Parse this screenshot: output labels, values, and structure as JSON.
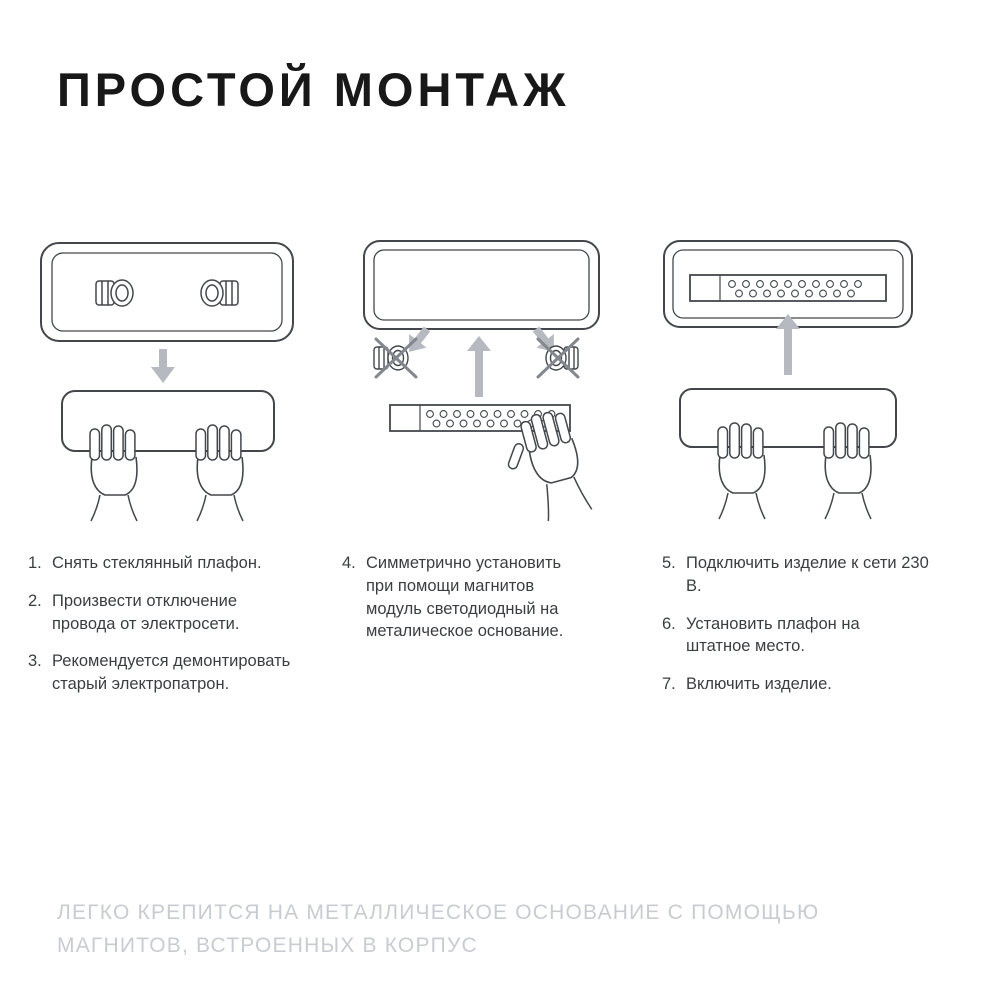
{
  "page": {
    "title": "ПРОСТОЙ МОНТАЖ",
    "footer": "ЛЕГКО КРЕПИТСЯ НА МЕТАЛЛИЧЕСКОЕ ОСНОВАНИЕ С ПОМОЩЬЮ МАГНИТОВ, ВСТРОЕННЫХ В КОРПУС"
  },
  "colors": {
    "line_art": "#43474b",
    "arrow_gray": "#b6bac0",
    "x_mark_gray": "#82888e",
    "footer_gray": "#c8ccd1",
    "title_black": "#181818"
  },
  "illustrations": {
    "panel1": "remove-glass-plafond-from-fixture-with-two-sockets",
    "panel2": "remove-sockets-and-attach-led-module-with-magnets",
    "panel3": "fixture-with-led-module-installed-reattach-plafond"
  },
  "steps": {
    "col1": [
      {
        "num": "1.",
        "text": "Снять стеклянный плафон."
      },
      {
        "num": "2.",
        "text": "Произвести отключение провода от электросети."
      },
      {
        "num": "3.",
        "text": "Рекомендуется демонтировать старый электропатрон."
      }
    ],
    "col2": [
      {
        "num": "4.",
        "text": "Симметрично установить при помощи магнитов модуль светодиодный на металическое основание."
      }
    ],
    "col3": [
      {
        "num": "5.",
        "text": "Подключить изделие к сети 230 В."
      },
      {
        "num": "6.",
        "text": "Установить плафон на штатное место."
      },
      {
        "num": "7.",
        "text": "Включить изделие."
      }
    ]
  }
}
